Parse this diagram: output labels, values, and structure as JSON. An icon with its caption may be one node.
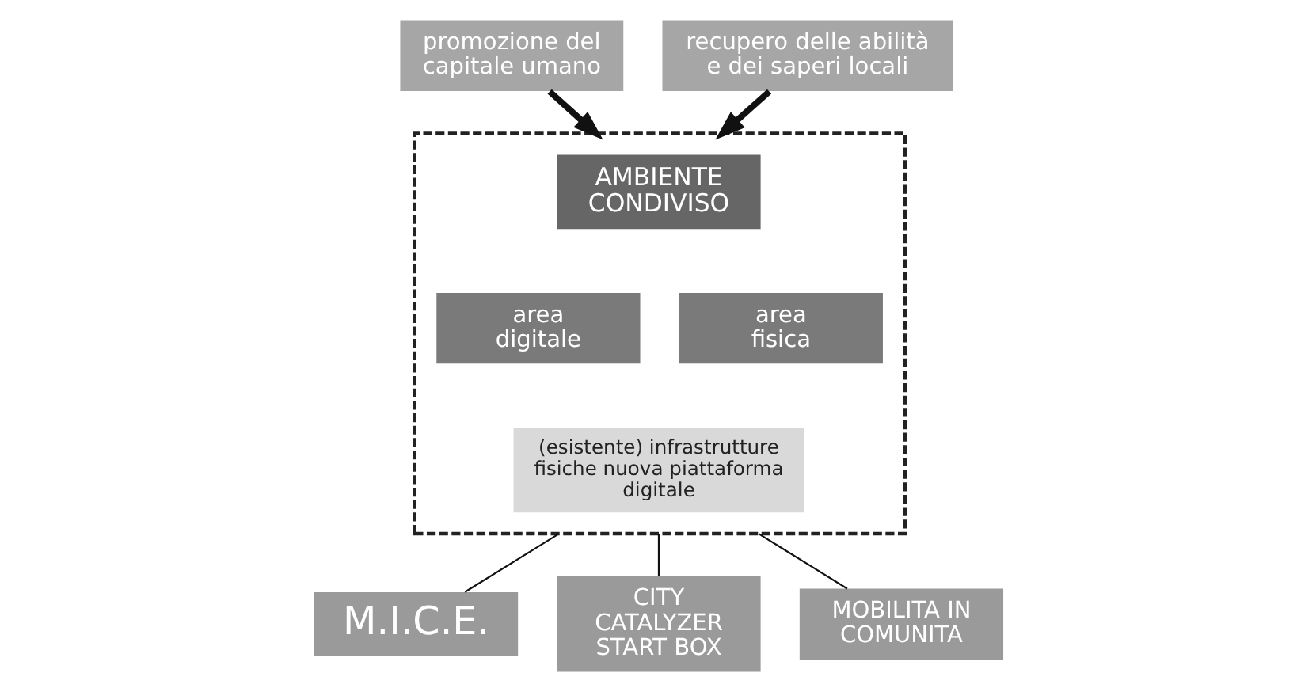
{
  "diagram": {
    "nodes": [
      {
        "text": [
          "promozione del capitale umano"
        ]
      },
      {
        "text": [],
        "shape": "box"
      },
      {
        "text": [
          "AMBIENTE CONDIVISO"
        ],
        "in": 1
      },
      {
        "text": [
          "area digitale"
        ],
        "in": 1
      },
      {
        "text": [
          "area fisica"
        ],
        "in": 1
      },
      {
        "text": [
          "(esistente) infrastrutture fisiche nuova piattaforma digitale"
        ],
        "in": 1
      },
      {
        "text": [
          "recupero delle abilità e dei saperi locali"
        ]
      },
      {
        "text": [
          "M.I.C.E."
        ]
      },
      {
        "text": [
          "CITY CATALYZER START BOX"
        ]
      },
      {
        "text": [
          "MOBILITA IN COMUNITA"
        ]
      }
    ],
    "edges": [
      {
        "from": 0,
        "to": 1,
        "arrow": "to",
        "style": "thick"
      },
      {
        "from": 6,
        "to": 1,
        "arrow": "to",
        "style": "thick"
      },
      {
        "from": 1,
        "to": 7,
        "arrow": "none"
      },
      {
        "from": 1,
        "to": 8,
        "arrow": "none"
      },
      {
        "from": 1,
        "to": 9,
        "arrow": "none"
      }
    ]
  }
}
